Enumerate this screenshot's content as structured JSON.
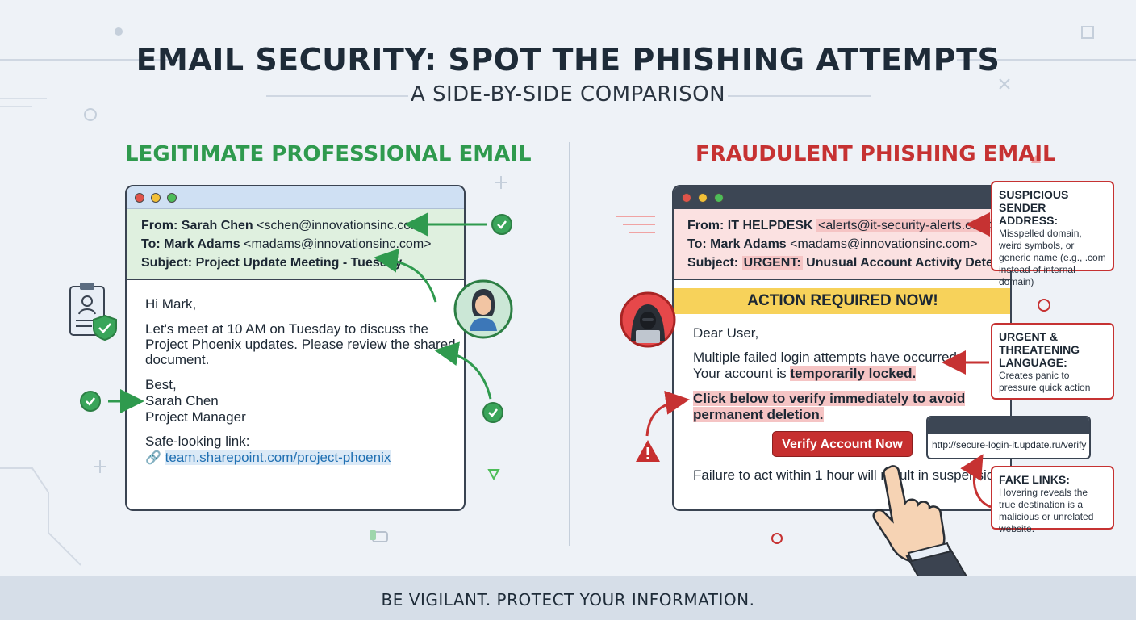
{
  "header": {
    "title": "EMAIL SECURITY: SPOT THE PHISHING ATTEMPTS",
    "subtitle": "A SIDE-BY-SIDE COMPARISON"
  },
  "legit": {
    "heading": "LEGITIMATE PROFESSIONAL EMAIL",
    "from_label": "From: Sarah Chen",
    "from_addr": "<schen@innovationsinc.com>",
    "to_label": "To: Mark Adams",
    "to_addr": "<madams@innovationsinc.com>",
    "subject": "Subject: Project Update Meeting - Tuesday",
    "greeting": "Hi Mark,",
    "body_1": "Let's meet at 10 AM on Tuesday to discuss the",
    "body_2": "Project Phoenix updates. Please review the shared",
    "body_3": "document.",
    "sign_1": "Best,",
    "sign_2": "Sarah Chen",
    "sign_3": "Project Manager",
    "link_label": "Safe-looking link:",
    "link": "team.sharepoint.com/project-phoenix"
  },
  "phish": {
    "heading": "FRAUDULENT PHISHING EMAIL",
    "from_label": "From: IT HELPDESK",
    "from_addr": "<alerts@it-security-alerts.com>",
    "to_label": "To: Mark Adams",
    "to_addr": "<madams@innovationsinc.com>",
    "subject_label": "Subject:",
    "subject_urgent": "URGENT:",
    "subject_rest": "Unusual Account Activity Detected!",
    "banner": "ACTION REQUIRED NOW!",
    "greeting": "Dear User,",
    "body_1": "Multiple failed login attempts have occurred.",
    "body_2_pre": "Your account is",
    "body_2_bold": "temporarily locked.",
    "cta_1": "Click below to verify immediately to avoid",
    "cta_2": "permanent deletion.",
    "button": "Verify Account Now",
    "footer_line": "Failure to act within 1 hour will result in suspension.",
    "hover_url": "http://secure-login-it.update.ru/verify"
  },
  "callouts": {
    "sender_title": "SUSPICIOUS SENDER ADDRESS:",
    "sender_desc": "Misspelled domain, weird symbols, or generic name (e.g., .com instead of internal domain)",
    "urgent_title": "URGENT & THREATENING LANGUAGE:",
    "urgent_desc": "Creates panic to pressure quick action",
    "links_title": "FAKE LINKS:",
    "links_desc": "Hovering reveals the true destination is a malicious or unrelated website."
  },
  "footer": {
    "text": "BE VIGILANT. PROTECT YOUR INFORMATION."
  },
  "colors": {
    "legit_green": "#2f9a4e",
    "phish_red": "#c63232",
    "banner_yellow": "#f7d25a",
    "button_red": "#c62f2f"
  }
}
